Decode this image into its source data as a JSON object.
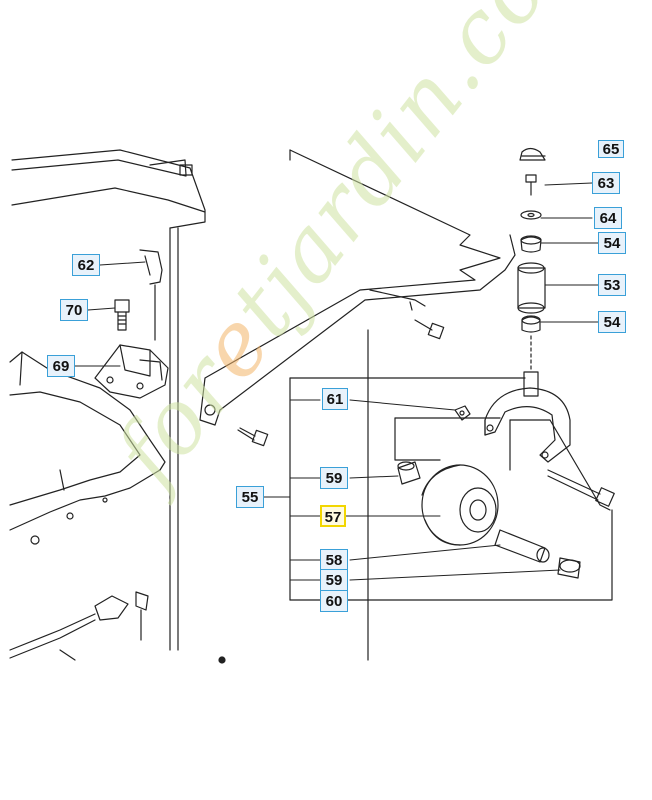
{
  "callouts": {
    "c53": "53",
    "c54a": "54",
    "c54b": "54",
    "c55": "55",
    "c57": "57",
    "c58": "58",
    "c59a": "59",
    "c59b": "59",
    "c60": "60",
    "c61": "61",
    "c62": "62",
    "c63": "63",
    "c64": "64",
    "c65": "65",
    "c69": "69",
    "c70": "70"
  },
  "watermark": {
    "prefix": "for",
    "accent": "e",
    "suffix": "tjardin.com"
  },
  "colors": {
    "callout_border": "#3aa0d8",
    "callout_fill": "#e8f2fb",
    "highlight_border": "#f2d600",
    "watermark": "#cfe3a2"
  }
}
